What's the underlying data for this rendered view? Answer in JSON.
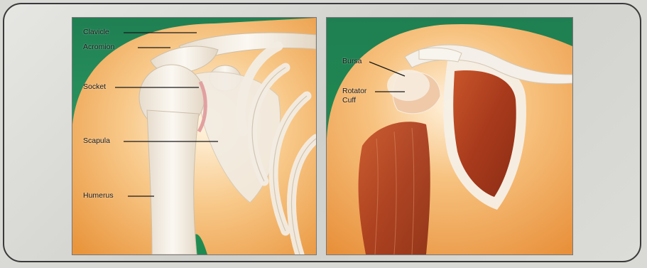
{
  "diagrams": {
    "left": {
      "labels": {
        "clavicle": "Clavicle",
        "acromion": "Acromion",
        "socket": "Socket",
        "scapula": "Scapula",
        "humerus": "Humerus"
      }
    },
    "right": {
      "labels": {
        "bursa": "Bursa",
        "rotator_cuff_line1": "Rotator",
        "rotator_cuff_line2": "Cuff"
      }
    }
  },
  "colors": {
    "background_green": "#1f8f5a",
    "skin": "#f2a64e",
    "bone": "#f4efe8",
    "muscle": "#b0401e"
  }
}
